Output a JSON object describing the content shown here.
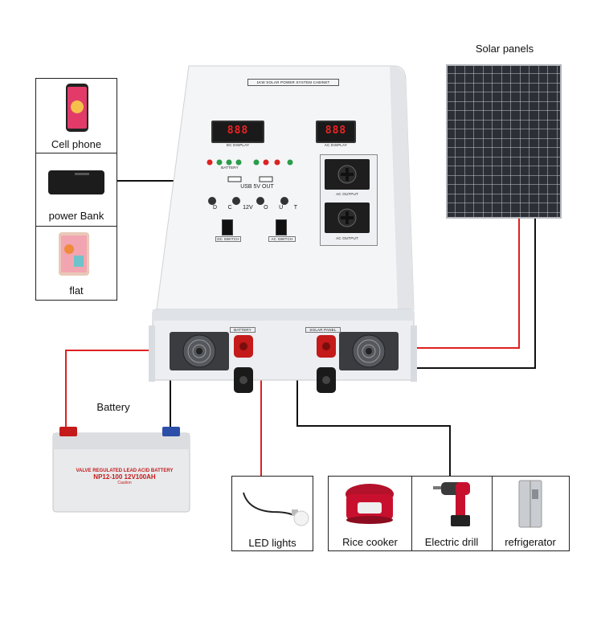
{
  "title_solar": "Solar panels",
  "title_battery": "Battery",
  "devices_left": [
    {
      "name": "phone",
      "label": "Cell phone"
    },
    {
      "name": "powerbank",
      "label": "power Bank"
    },
    {
      "name": "tablet",
      "label": "flat"
    }
  ],
  "led": {
    "label": "LED lights"
  },
  "appliances": [
    {
      "name": "rice-cooker",
      "label": "Rice cooker"
    },
    {
      "name": "drill",
      "label": "Electric drill"
    },
    {
      "name": "fridge",
      "label": "refrigerator"
    }
  ],
  "cabinet": {
    "header": "1KW SOLAR POWER SYSTEM CABINET",
    "dc_display": "DC DISPLAY",
    "ac_display": "AC DISPLAY",
    "dc_digits": "888",
    "ac_digits": "888",
    "battery_label": "BATTERY",
    "usb_label": "USB 5V OUT",
    "dc_out_letters": [
      "D",
      "C",
      "12V",
      "O",
      "U",
      "T"
    ],
    "dc_switch": "DC SWITCH",
    "ac_switch": "AC SWITCH",
    "ac_output_1": "AC OUTPUT",
    "ac_output_2": "AC OUTPUT",
    "battery_terminal": "BATTERY",
    "solar_terminal": "SOLAR PANEL"
  },
  "battery_unit": {
    "line1": "VALVE REGULATED LEAD ACID BATTERY",
    "line2": "NP12-100 12V100AH",
    "line3": "Caution"
  },
  "colors": {
    "red_wire": "#e02020",
    "black_wire": "#111111",
    "cabinet": "#f4f5f7"
  }
}
